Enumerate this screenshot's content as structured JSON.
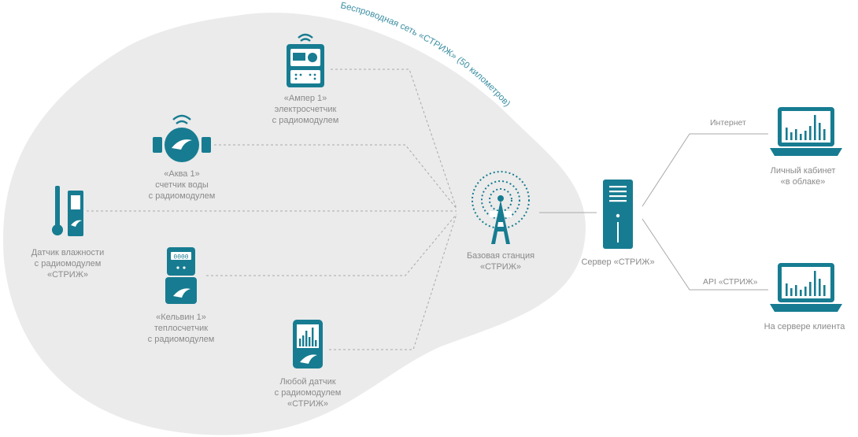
{
  "network_label": "Беспроводная сеть «СТРИЖ» (50 километров)",
  "colors": {
    "accent": "#177c91",
    "cloud": "#ebebeb",
    "line": "#a8a8a8",
    "text": "#8a8a8a",
    "arc_text": "#3d8fa3"
  },
  "devices": {
    "amper": {
      "l1": "«Ампер 1»",
      "l2": "электросчетчик",
      "l3": "с радиомодулем",
      "icon": "electric-meter-icon"
    },
    "akva": {
      "l1": "«Аква 1»",
      "l2": "счетчик воды",
      "l3": "с радиомодулем",
      "icon": "water-meter-icon"
    },
    "humidity": {
      "l1": "Датчик влажности",
      "l2": "с радиомодулем",
      "l3": "«СТРИЖ»",
      "icon": "humidity-sensor-icon"
    },
    "kelvin": {
      "l1": "«Кельвин 1»",
      "l2": "теплосчетчик",
      "l3": "с радиомодулем",
      "icon": "heat-meter-icon"
    },
    "any": {
      "l1": "Любой датчик",
      "l2": "с радиомодулем",
      "l3": "«СТРИЖ»",
      "icon": "sensor-icon"
    }
  },
  "base_station": {
    "l1": "Базовая станция",
    "l2": "«СТРИЖ»",
    "icon": "antenna-tower-icon"
  },
  "server": {
    "label": "Сервер «СТРИЖ»",
    "icon": "server-icon"
  },
  "links": {
    "internet": "Интернет",
    "api": "API «СТРИЖ»"
  },
  "cloud_cabinet": {
    "l1": "Личный кабинет",
    "l2": "«в облаке»",
    "icon": "laptop-icon"
  },
  "client_server": {
    "l1": "На сервере клиента",
    "icon": "laptop-icon"
  }
}
